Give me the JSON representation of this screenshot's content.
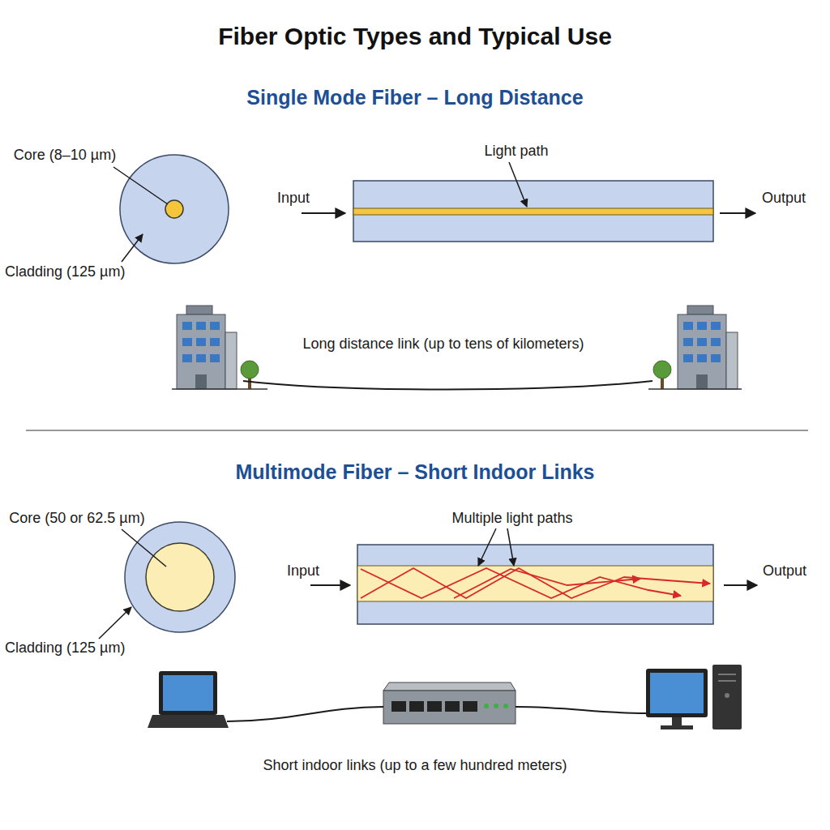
{
  "diagram": {
    "title": "Fiber Optic Types and Typical Use",
    "labels": [
      "Single Mode Fiber – Long Distance",
      "Core (8–10 µm)",
      "Light path",
      "Input",
      "Output",
      "Cladding (125 µm)",
      "Long distance link (up to tens of kilometers)",
      "Multimode Fiber – Short Indoor Links",
      "Core (50 or 62.5 µm)",
      "Multiple light paths",
      "Input",
      "Output",
      "Cladding (125 µm)",
      "Short indoor links (up to a few hundred meters)"
    ]
  }
}
